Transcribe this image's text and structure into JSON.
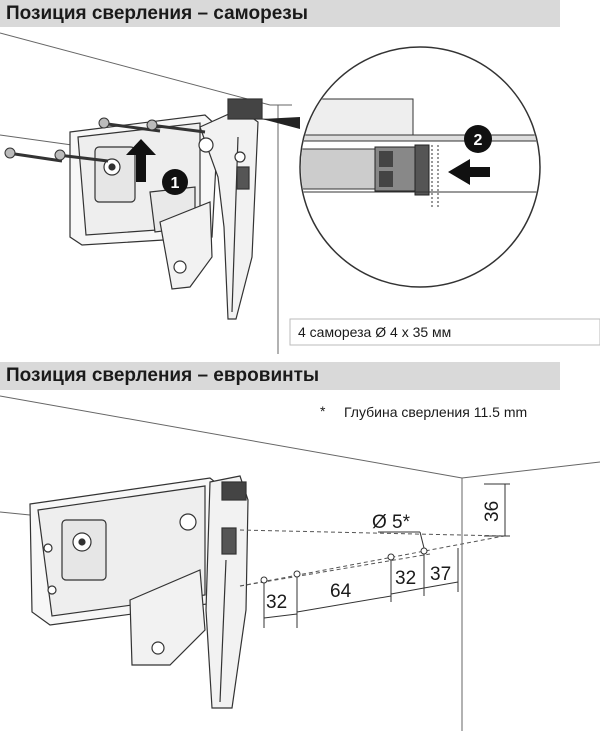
{
  "section1": {
    "title": "Позиция сверления – саморезы",
    "step1": "1",
    "step2": "2",
    "screw_note": "4 самореза Ø 4 x 35 мм"
  },
  "section2": {
    "title": "Позиция сверления – евровинты",
    "note_mark": "*",
    "note_text": "Глубина сверления 11.5 mm",
    "hole_label": "Ø 5*",
    "dims": {
      "d36": "36",
      "d32a": "32",
      "d64": "64",
      "d32b": "32",
      "d37": "37"
    }
  }
}
